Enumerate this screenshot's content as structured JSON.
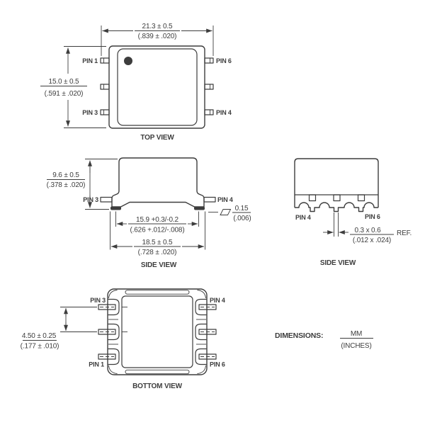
{
  "colors": {
    "line": "#3d3d3d",
    "text": "#3d3d3d",
    "background": "#ffffff"
  },
  "top_view": {
    "title": "TOP VIEW",
    "width_dim_mm": "21.3 ± 0.5",
    "width_dim_in": "(.839 ± .020)",
    "height_dim_mm": "15.0 ± 0.5",
    "height_dim_in": "(.591 ± .020)",
    "pin_top_left": "PIN 1",
    "pin_bottom_left": "PIN 3",
    "pin_top_right": "PIN 6",
    "pin_bottom_right": "PIN 4"
  },
  "side_view_front": {
    "title": "SIDE VIEW",
    "height_dim_mm": "9.6 ± 0.5",
    "height_dim_in": "(.378 ± .020)",
    "standoff_dim_mm": "15.9 +0.3/-0.2",
    "standoff_dim_in": "(.626 +.012/-.008)",
    "width_dim_mm": "18.5 ± 0.5",
    "width_dim_in": "(.728 ± .020)",
    "coplanarity_mm": "0.15",
    "coplanarity_in": "(.006)",
    "pin_left": "PIN 3",
    "pin_right": "PIN 4"
  },
  "side_view_end": {
    "title": "SIDE VIEW",
    "lead_dim_mm": "0.3 x 0.6",
    "lead_dim_in": "(.012 x .024)",
    "lead_dim_ref": "REF.",
    "pin_left": "PIN 4",
    "pin_right": "PIN 6"
  },
  "bottom_view": {
    "title": "BOTTOM VIEW",
    "pitch_dim_mm": "4.50 ± 0.25",
    "pitch_dim_in": "(.177 ± .010)",
    "pin_top_left": "PIN 3",
    "pin_top_right": "PIN 4",
    "pin_bottom_left": "PIN 1",
    "pin_bottom_right": "PIN 6"
  },
  "units_note": {
    "label": "DIMENSIONS:",
    "mm": "MM",
    "inches": "(INCHES)"
  }
}
